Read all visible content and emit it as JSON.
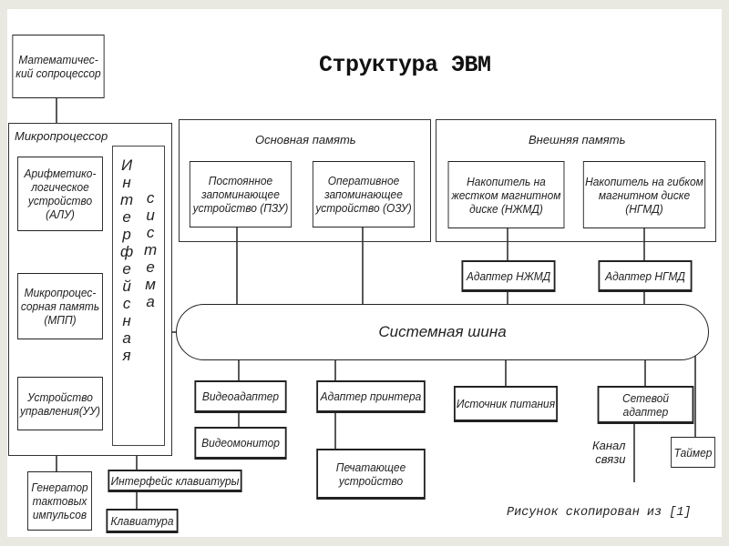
{
  "title": "Структура ЭВМ",
  "caption": "Рисунок скопирован из [1]",
  "coprocessor": "Математичес-\nкий сопроцессор",
  "microprocessor": {
    "label": "Микропроцессор",
    "alu": "Арифметико-\nлогическое\nустройство\n(АЛУ)",
    "mpp": "Микропроцес-\nсорная память\n(МПП)",
    "uu": "Устройство\nуправления(УУ)",
    "interface_word1": "Интерфейсная",
    "interface_word2": "система"
  },
  "main_memory": {
    "label": "Основная память",
    "rom": "Постоянное\nзапоминающее\nустройство (ПЗУ)",
    "ram": "Оперативное\nзапоминающее\nустройство (ОЗУ)"
  },
  "external_memory": {
    "label": "Внешняя память",
    "hdd": "Накопитель на\nжестком магнитном\nдиске  (НЖМД)",
    "fdd": "Накопитель на гибком\nмагнитном диске\n(НГМД)"
  },
  "adapters": {
    "hdd_adapter": "Адаптер НЖМД",
    "fdd_adapter": "Адаптер НГМД"
  },
  "system_bus": "Системная шина",
  "peripherals": {
    "video_adapter": "Видеоадаптер",
    "video_monitor": "Видеомонитор",
    "printer_adapter": "Адаптер принтера",
    "printer": "Печатающее\nустройство",
    "power_supply": "Источник питания",
    "network_adapter": "Сетевой\nадаптер",
    "channel": "Канал\nсвязи",
    "timer": "Таймер",
    "clock_generator": "Генератор\nтактовых\nимпульсов",
    "keyboard_interface": "Интерфейс клавиатуры",
    "keyboard": "Клавиатура"
  }
}
